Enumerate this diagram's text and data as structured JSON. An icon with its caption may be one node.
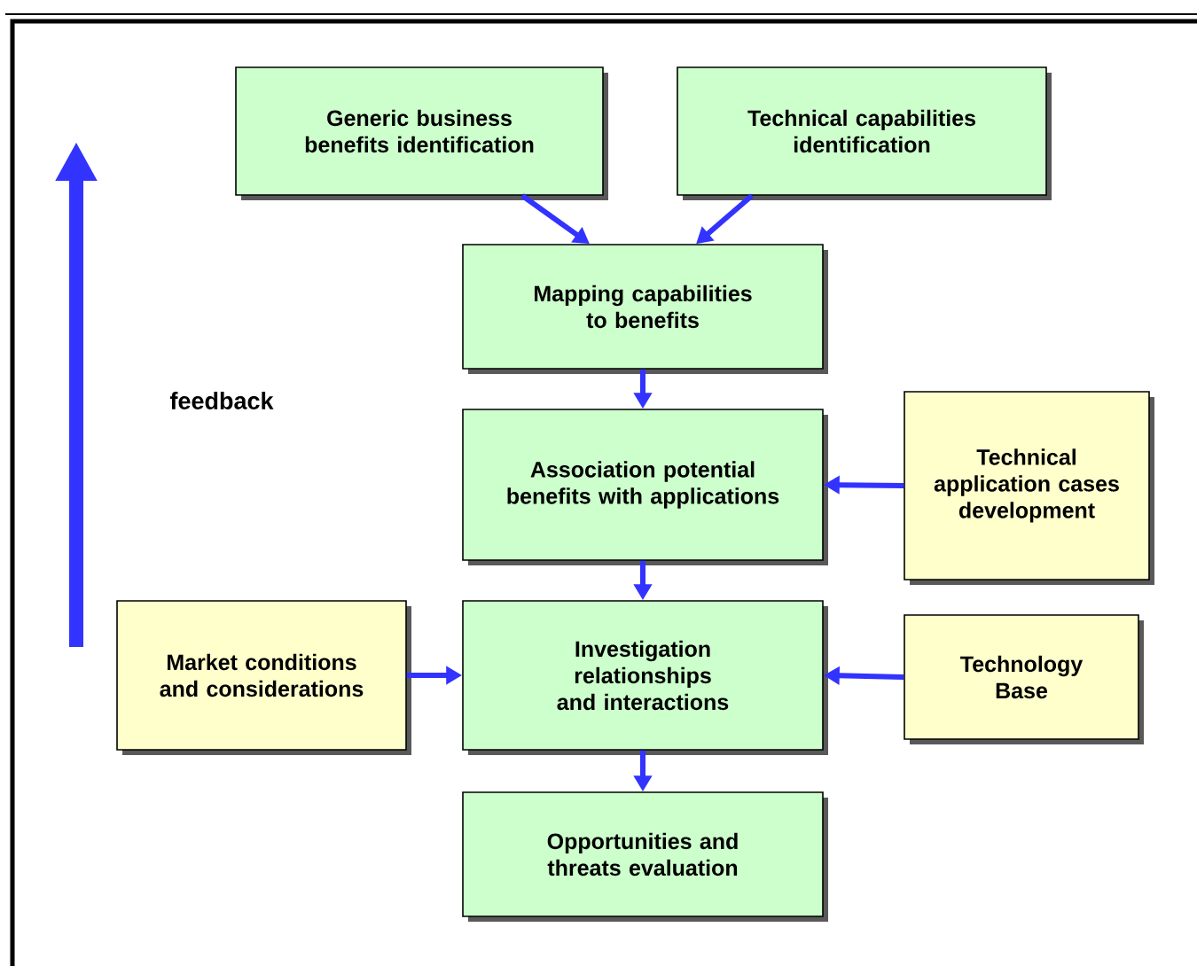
{
  "diagram": {
    "nodes": [
      {
        "text": [
          "Generic business benefits identification"
        ]
      },
      {
        "text": [
          "Technical capabilities identification"
        ]
      },
      {
        "text": [
          "Mapping capabilities to benefits"
        ]
      },
      {
        "text": [
          "Association potential benefits with applications"
        ]
      },
      {
        "text": [
          "Technical application cases development"
        ]
      },
      {
        "text": [
          "Market conditions and considerations"
        ]
      },
      {
        "text": [
          "Investigation relationships and interactions"
        ]
      },
      {
        "text": [
          "Technology Base"
        ]
      },
      {
        "text": [
          "Opportunities and threats evaluation"
        ]
      }
    ],
    "edges": [
      {
        "from": 0,
        "to": 2,
        "arrow": "to"
      },
      {
        "from": 1,
        "to": 2,
        "arrow": "to"
      },
      {
        "from": 2,
        "to": 3,
        "arrow": "to"
      },
      {
        "from": 4,
        "to": 3,
        "arrow": "to"
      },
      {
        "from": 3,
        "to": 6,
        "arrow": "to"
      },
      {
        "from": 5,
        "to": 6,
        "arrow": "to"
      },
      {
        "from": 7,
        "to": 6,
        "arrow": "to"
      },
      {
        "from": 6,
        "to": 8,
        "arrow": "to"
      }
    ],
    "labels": [
      "feedback"
    ]
  }
}
